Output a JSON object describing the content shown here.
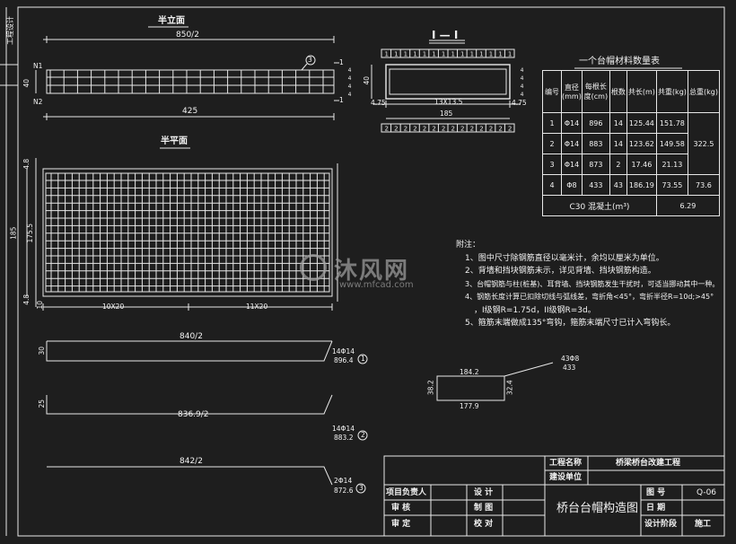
{
  "side_text": "工程设计",
  "elevation": {
    "title": "半立面",
    "width_dim": "850/2",
    "span_dim": "425",
    "label_n1": "N1",
    "label_n2": "N2",
    "height_dim": "40",
    "callout": "3",
    "section_mark": "1"
  },
  "plan": {
    "title": "半平面",
    "dim_top": "4.8",
    "dim_total": "185",
    "dim_inner": "175.5",
    "dim_bottom": "4.8",
    "left_spacing": "10X20",
    "right_spacing": "11X20",
    "edge": "10"
  },
  "section": {
    "title": "I — I",
    "height": "40",
    "spacing": "13X13.5",
    "width": "185",
    "edge_left": "4.75",
    "edge_right": "4.75",
    "top_bars": "1",
    "bottom_bars": "2",
    "side_bars": "4"
  },
  "bars": [
    {
      "length": "840/2",
      "height": "30",
      "spec": "14Φ14",
      "total": "896.4",
      "callout": "1"
    },
    {
      "length": "836.9/2",
      "height": "25",
      "spec": "14Φ14",
      "total": "883.2",
      "callout": "2"
    },
    {
      "length": "842/2",
      "height": "",
      "spec": "2Φ14",
      "total": "872.6",
      "callout": "3"
    }
  ],
  "stirrup": {
    "top": "184.2",
    "bottom": "177.9",
    "left": "38.2",
    "right": "32.4",
    "spec": "43Φ8",
    "total": "433"
  },
  "table": {
    "title": "一个台帽材料数量表",
    "headers": [
      "编号",
      "直径(mm)",
      "每根长度(cm)",
      "根数",
      "共长(m)",
      "共重(kg)",
      "总重(kg)"
    ],
    "rows": [
      [
        "1",
        "Φ14",
        "896",
        "14",
        "125.44",
        "151.78"
      ],
      [
        "2",
        "Φ14",
        "883",
        "14",
        "123.62",
        "149.58"
      ],
      [
        "3",
        "Φ14",
        "873",
        "2",
        "17.46",
        "21.13"
      ],
      [
        "4",
        "Φ8",
        "433",
        "43",
        "186.19",
        "73.55"
      ]
    ],
    "total_14": "322.5",
    "total_8": "73.6",
    "concrete_label": "C30 混凝土(m³)",
    "concrete_value": "6.29"
  },
  "notes": {
    "title": "附注：",
    "items": [
      "1、图中尺寸除钢筋直径以毫米计，余均以厘米为单位。",
      "2、背墙和挡块钢筋未示，详见背墙、挡块钢筋构造。",
      "3、台帽钢筋与柱(桩基)、耳背墙、挡块钢筋发生干扰时，可适当挪动其中一种。",
      "4、钢筋长度计算已扣除切线与弧线差，弯折角<45°，弯折半径R=10d;>45°",
      "，I级钢R=1.75d，II级钢R=3d。",
      "5、箍筋末端做成135°弯钩，箍筋末端尺寸已计入弯钩长。"
    ]
  },
  "watermark": {
    "brand": "沐风网",
    "url": "www.mfcad.com"
  },
  "title_block": {
    "project_label": "工程名称",
    "project_value": "桥梁桥台改建工程",
    "unit_label": "建设单位",
    "drawing_title": "桥台台帽构造图",
    "r1": [
      "项目负责人",
      "设 计"
    ],
    "r2": [
      "审 核",
      "制 图"
    ],
    "r3": [
      "审 定",
      "校 对"
    ],
    "num_label": "图 号",
    "num_value": "Q-06",
    "date_label": "日 期",
    "stage_label": "设计阶段",
    "stage_value": "施工"
  }
}
